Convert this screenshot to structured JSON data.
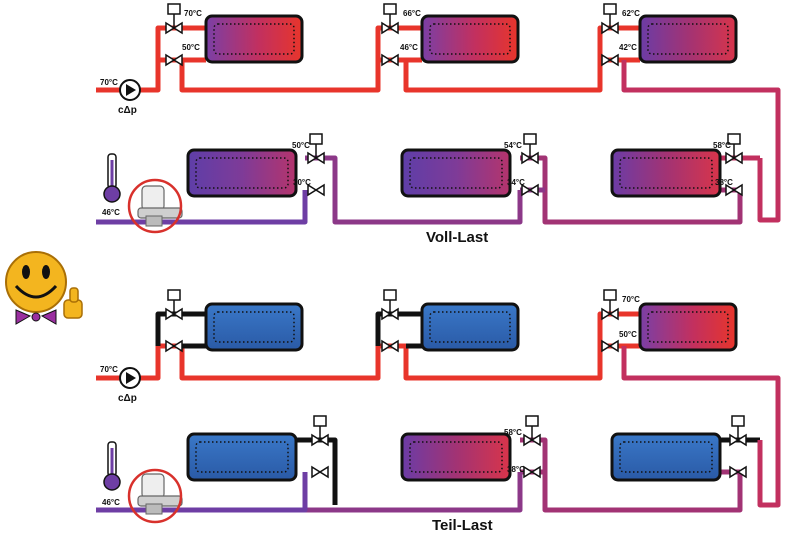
{
  "colors": {
    "hot": "#e8352b",
    "warm": "#b42b64",
    "cool": "#6e3ea4",
    "cold_return": "#7a3d9e",
    "blue_radiator": "#2f67b8",
    "stagnant": "#111111",
    "highlight_circle": "#d8312c",
    "smiley": "#f3b51f"
  },
  "pump": {
    "label": "cΔp"
  },
  "voll_last": {
    "title": "Voll-Last",
    "supply_temp": "70°C",
    "return_temp": "46°C",
    "radiators": [
      {
        "in": "70°C",
        "out": "50°C"
      },
      {
        "in": "66°C",
        "out": "46°C"
      },
      {
        "in": "62°C",
        "out": "42°C"
      },
      {
        "in": "58°C",
        "out": "38°C"
      },
      {
        "in": "54°C",
        "out": "34°C"
      },
      {
        "in": "50°C",
        "out": "30°C"
      }
    ]
  },
  "teil_last": {
    "title": "Teil-Last",
    "supply_temp": "70°C",
    "return_temp": "46°C",
    "radiators": [
      {
        "in": "",
        "out": ""
      },
      {
        "in": "",
        "out": ""
      },
      {
        "in": "70°C",
        "out": "50°C"
      },
      {
        "in": "",
        "out": ""
      },
      {
        "in": "58°C",
        "out": "38°C"
      },
      {
        "in": "",
        "out": ""
      }
    ]
  }
}
